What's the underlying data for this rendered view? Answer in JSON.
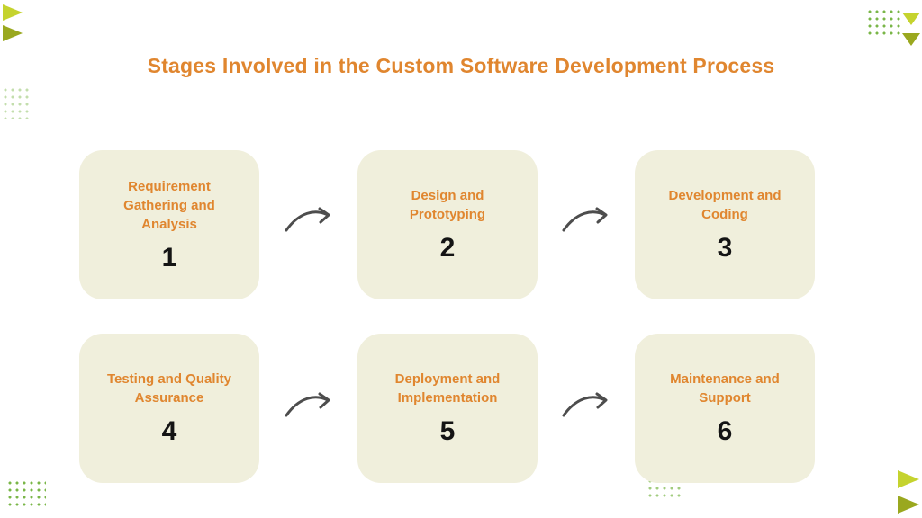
{
  "title": "Stages Involved in the Custom Software Development Process",
  "stages": [
    {
      "label": "Requirement Gathering and Analysis",
      "number": "1"
    },
    {
      "label": "Design and Prototyping",
      "number": "2"
    },
    {
      "label": "Development and Coding",
      "number": "3"
    },
    {
      "label": "Testing and Quality Assurance",
      "number": "4"
    },
    {
      "label": "Deployment and Implementation",
      "number": "5"
    },
    {
      "label": "Maintenance and Support",
      "number": "6"
    }
  ],
  "colors": {
    "title_text": "#e0862f",
    "card_background": "#f0efdc",
    "stage_label": "#e0862f",
    "stage_number": "#141414",
    "arrow": "#4d4d4d",
    "decoration_chevron": "#c5d32e",
    "decoration_chevron_dark": "#9aa81f",
    "decoration_dots": "#7ab648"
  },
  "icons": {
    "arrow": "curved-right-arrow",
    "corner": "chevron-decoration",
    "dots": "dot-grid-decoration"
  }
}
